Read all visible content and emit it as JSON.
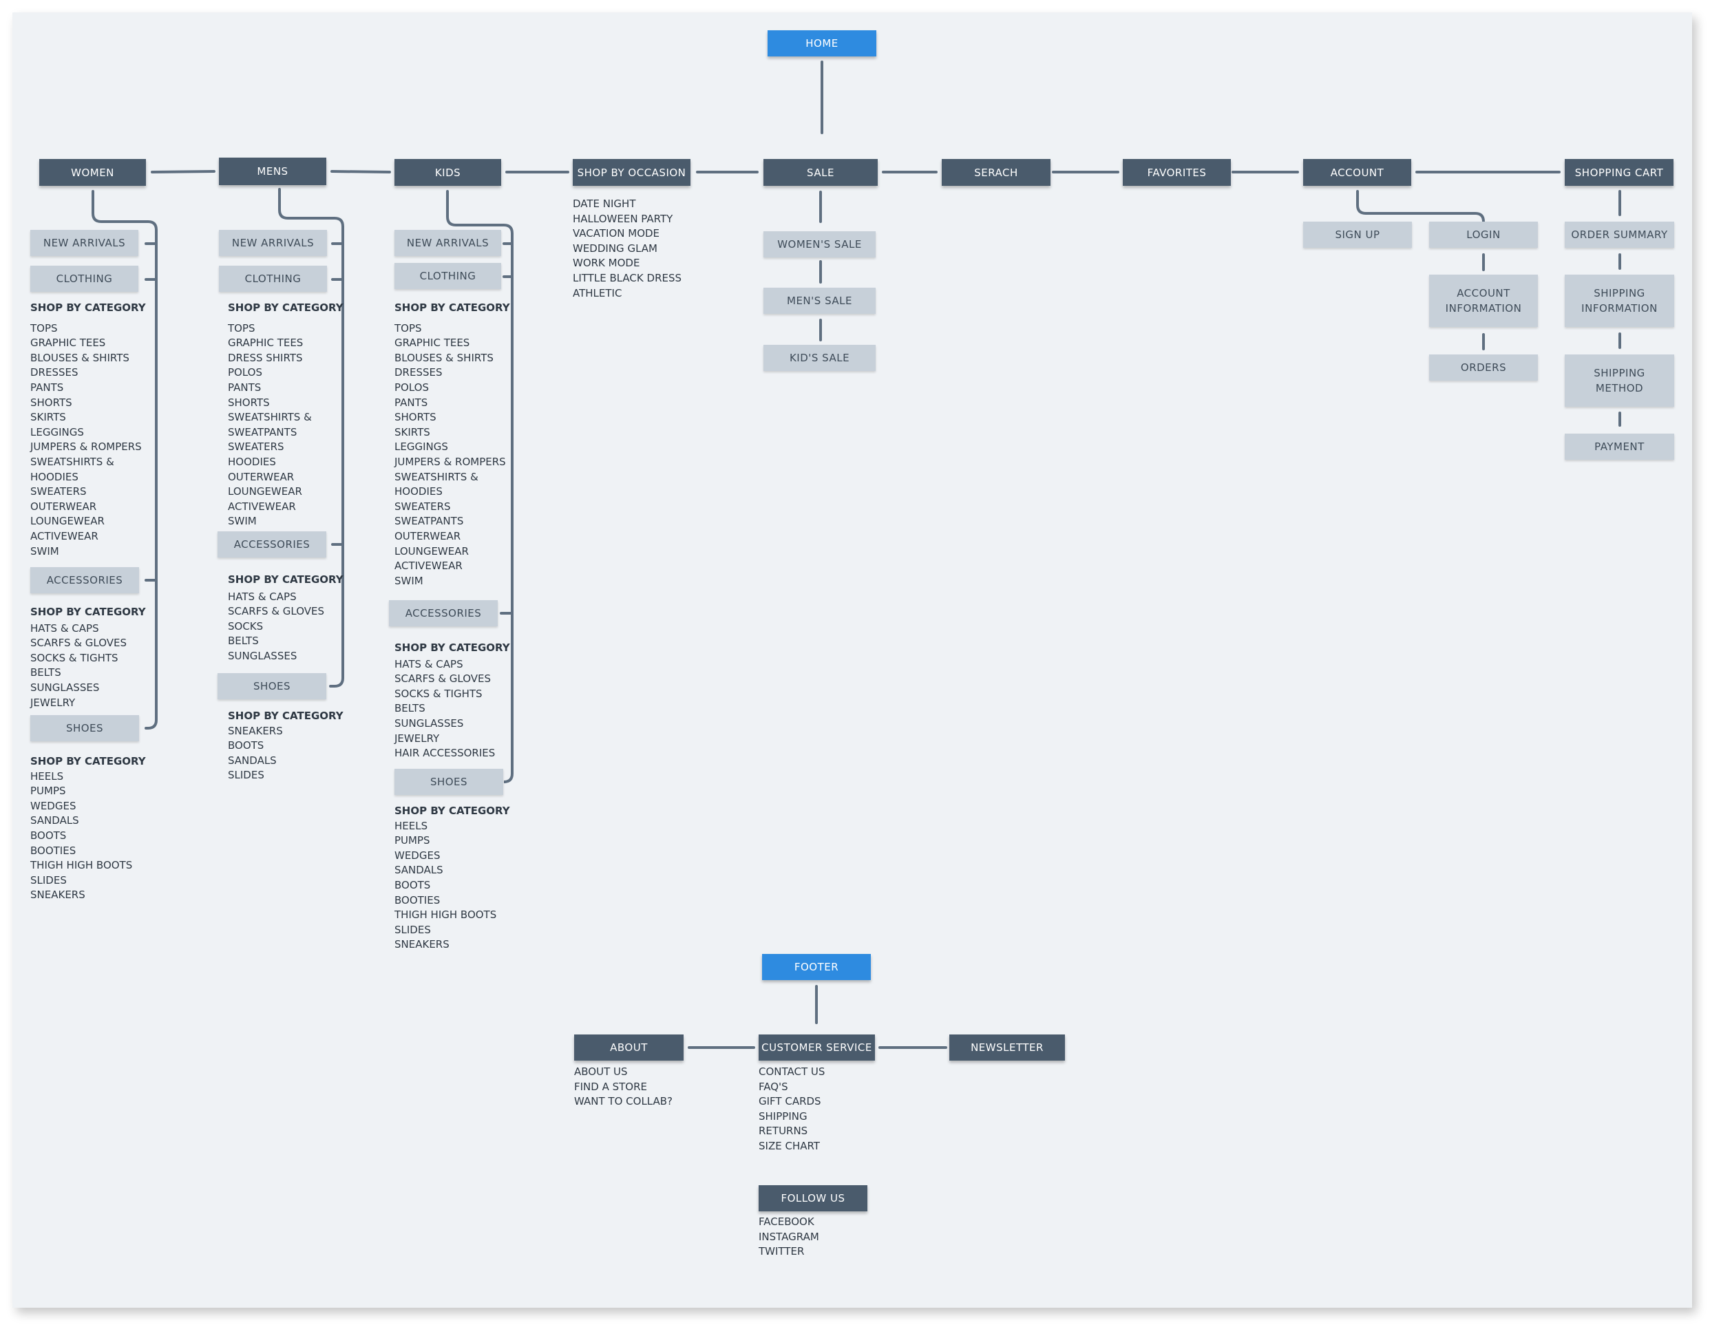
{
  "home": "HOME",
  "footer": "FOOTER",
  "nav": {
    "women": "WOMEN",
    "mens": "MENS",
    "kids": "KIDS",
    "occasion": "SHOP BY OCCASION",
    "sale": "SALE",
    "search": "SERACH",
    "favorites": "FAVORITES",
    "account": "ACCOUNT",
    "cart": "SHOPPING CART"
  },
  "women": {
    "new_arrivals": "NEW ARRIVALS",
    "clothing": "CLOTHING",
    "accessories": "ACCESSORIES",
    "shoes": "SHOES",
    "clothing_heading": "SHOP BY CATEGORY",
    "clothing_items": [
      "TOPS",
      "GRAPHIC TEES",
      "BLOUSES & SHIRTS",
      "DRESSES",
      "PANTS",
      "SHORTS",
      "SKIRTS",
      "LEGGINGS",
      "JUMPERS & ROMPERS",
      "SWEATSHIRTS &",
      "HOODIES",
      "SWEATERS",
      "OUTERWEAR",
      "LOUNGEWEAR",
      "ACTIVEWEAR",
      "SWIM"
    ],
    "accessories_heading": "SHOP BY CATEGORY",
    "accessories_items": [
      "HATS & CAPS",
      "SCARFS & GLOVES",
      "SOCKS & TIGHTS",
      "BELTS",
      "SUNGLASSES",
      "JEWELRY"
    ],
    "shoes_heading": "SHOP BY CATEGORY",
    "shoes_items": [
      "HEELS",
      "PUMPS",
      "WEDGES",
      "SANDALS",
      "BOOTS",
      "BOOTIES",
      "THIGH HIGH BOOTS",
      "SLIDES",
      "SNEAKERS"
    ]
  },
  "mens": {
    "new_arrivals": "NEW ARRIVALS",
    "clothing": "CLOTHING",
    "accessories": "ACCESSORIES",
    "shoes": "SHOES",
    "clothing_heading": "SHOP BY CATEGORY",
    "clothing_items": [
      "TOPS",
      "GRAPHIC TEES",
      "DRESS SHIRTS",
      "POLOS",
      "PANTS",
      "SHORTS",
      "SWEATSHIRTS &",
      "SWEATPANTS",
      "SWEATERS",
      "HOODIES",
      "OUTERWEAR",
      "LOUNGEWEAR",
      "ACTIVEWEAR",
      "SWIM"
    ],
    "accessories_heading": "SHOP BY CATEGORY",
    "accessories_items": [
      "HATS & CAPS",
      "SCARFS & GLOVES",
      "SOCKS",
      "BELTS",
      "SUNGLASSES"
    ],
    "shoes_heading": "SHOP BY CATEGORY",
    "shoes_items": [
      "SNEAKERS",
      "BOOTS",
      "SANDALS",
      "SLIDES"
    ]
  },
  "kids": {
    "new_arrivals": "NEW ARRIVALS",
    "clothing": "CLOTHING",
    "accessories": "ACCESSORIES",
    "shoes": "SHOES",
    "clothing_heading": "SHOP BY CATEGORY",
    "clothing_items": [
      "TOPS",
      "GRAPHIC TEES",
      "BLOUSES & SHIRTS",
      "DRESSES",
      "POLOS",
      "PANTS",
      "SHORTS",
      "SKIRTS",
      "LEGGINGS",
      "JUMPERS & ROMPERS",
      "SWEATSHIRTS &",
      "HOODIES",
      "SWEATERS",
      "SWEATPANTS",
      "OUTERWEAR",
      "LOUNGEWEAR",
      "ACTIVEWEAR",
      "SWIM"
    ],
    "accessories_heading": "SHOP BY CATEGORY",
    "accessories_items": [
      "HATS & CAPS",
      "SCARFS & GLOVES",
      "SOCKS & TIGHTS",
      "BELTS",
      "SUNGLASSES",
      "JEWELRY",
      "HAIR ACCESSORIES"
    ],
    "shoes_heading": "SHOP BY CATEGORY",
    "shoes_items": [
      "HEELS",
      "PUMPS",
      "WEDGES",
      "SANDALS",
      "BOOTS",
      "BOOTIES",
      "THIGH HIGH BOOTS",
      "SLIDES",
      "SNEAKERS"
    ]
  },
  "occasion_items": [
    "DATE NIGHT",
    "HALLOWEEN PARTY",
    "VACATION MODE",
    "WEDDING GLAM",
    "WORK MODE",
    "LITTLE BLACK DRESS",
    "ATHLETIC"
  ],
  "sale": {
    "womens": "WOMEN'S SALE",
    "mens": "MEN'S SALE",
    "kids": "KID'S SALE"
  },
  "account": {
    "signup": "SIGN UP",
    "login": "LOGIN",
    "info_line1": "ACCOUNT",
    "info_line2": "INFORMATION",
    "orders": "ORDERS"
  },
  "cart": {
    "summary": "ORDER SUMMARY",
    "shipinfo_line1": "SHIPPING",
    "shipinfo_line2": "INFORMATION",
    "shipmethod_line1": "SHIPPING",
    "shipmethod_line2": "METHOD",
    "payment": "PAYMENT"
  },
  "footer_nav": {
    "about": "ABOUT",
    "customer_service": "CUSTOMER SERVICE",
    "newsletter": "NEWSLETTER",
    "follow": "FOLLOW US",
    "about_items": [
      "ABOUT US",
      "FIND A STORE",
      "WANT TO COLLAB?"
    ],
    "cs_items": [
      "CONTACT US",
      "FAQ'S",
      "GIFT CARDS",
      "SHIPPING",
      "RETURNS",
      "SIZE CHART"
    ],
    "follow_items": [
      "FACEBOOK",
      "INSTAGRAM",
      "TWITTER"
    ]
  }
}
